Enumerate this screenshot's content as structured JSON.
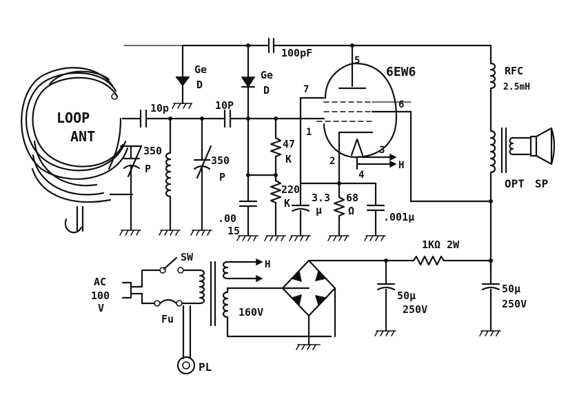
{
  "labels": {
    "loop_ant_1": "LOOP",
    "loop_ant_2": "ANT",
    "c_10p_a": "10p",
    "c_10p_b": "10P",
    "c_100pf": "100pF",
    "ge_d1_a": "Ge",
    "ge_d1_b": "D",
    "ge_d2_a": "Ge",
    "ge_d2_b": "D",
    "tube": "6EW6",
    "pin5": "5",
    "pin7": "7",
    "pin6": "6",
    "pin1": "1",
    "pin2": "2",
    "pin3": "3",
    "pin4": "4",
    "heater_h1": "H",
    "rfc_a": "RFC",
    "rfc_b": "2.5mH",
    "c_350p_1a": "350",
    "c_350p_1b": "P",
    "c_350p_2a": "350",
    "c_350p_2b": "P",
    "r_47k_a": "47",
    "r_47k_b": "K",
    "r_220k_a": "220",
    "r_220k_b": "K",
    "c_00015_a": ".00",
    "c_00015_b": "15",
    "c_33u_a": "3.3",
    "c_33u_b": "μ",
    "r_68_a": "68",
    "r_68_b": "Ω",
    "c_001u": ".001μ",
    "opt": "OPT",
    "sp": "SP",
    "sw": "SW",
    "ac_a": "AC",
    "ac_b": "100",
    "ac_c": "V",
    "fu": "Fu",
    "heater_h2": "H",
    "v160": "160V",
    "r_1k": "1KΩ 2W",
    "c_50u_1a": "50μ",
    "c_50u_1b": "250V",
    "c_50u_2a": "50μ",
    "c_50u_2b": "250V",
    "pl": "PL"
  }
}
